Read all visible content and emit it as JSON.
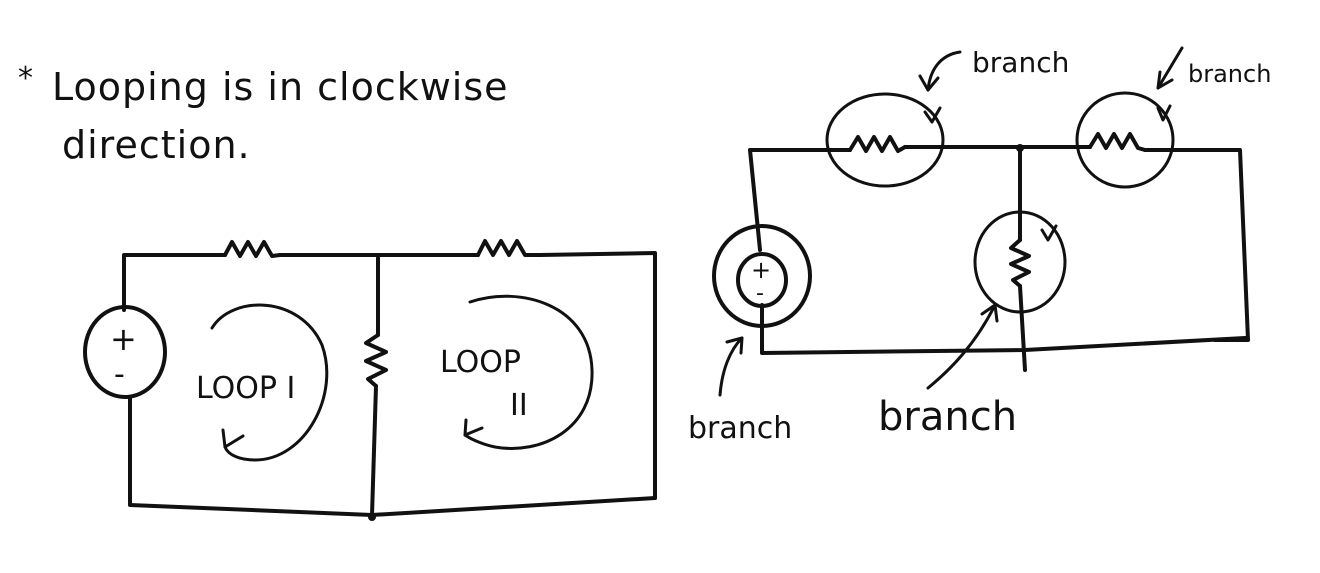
{
  "note": {
    "star": "*",
    "line1": "Looping is in clockwise",
    "line2": "direction."
  },
  "left_circuit": {
    "source_plus": "+",
    "source_minus": "-",
    "loop1_label": "LOOP I",
    "loop2_label_top": "LOOP",
    "loop2_label_bottom": "II"
  },
  "right_circuit": {
    "source_plus": "+",
    "source_minus": "-",
    "branch_label_top_left": "branch",
    "branch_label_top_right": "branch",
    "branch_label_bottom_left": "branch",
    "branch_label_bottom_mid": "branch"
  }
}
